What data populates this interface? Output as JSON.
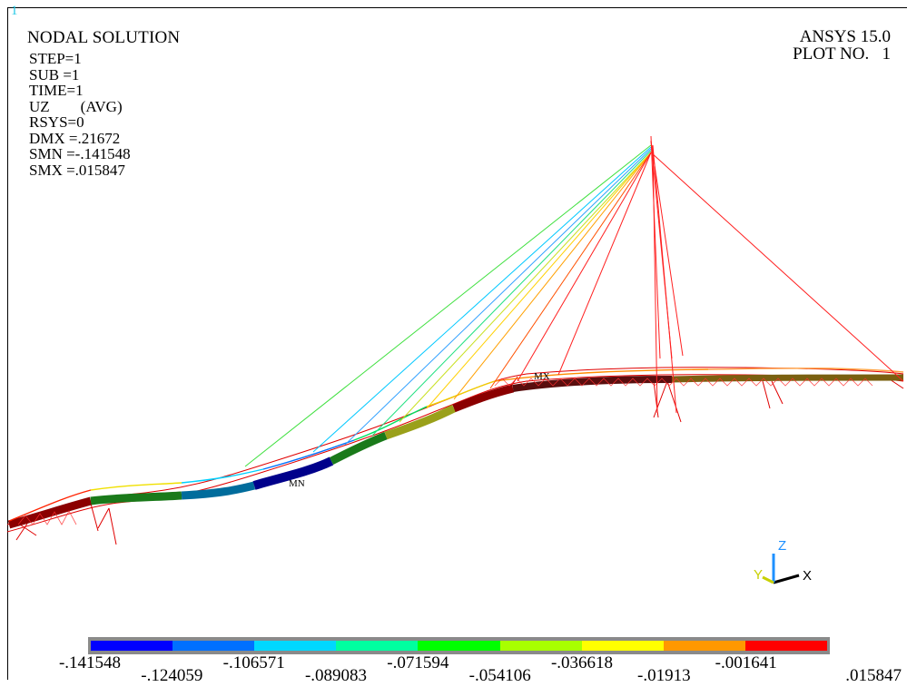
{
  "window_number": "1",
  "plot_title": "NODAL SOLUTION",
  "info_lines": [
    "STEP=1",
    "SUB =1",
    "TIME=1",
    "UZ        (AVG)",
    "RSYS=0",
    "DMX =.21672",
    "SMN =-.141548",
    "SMX =.015847"
  ],
  "brand": {
    "product": "ANSYS 15.0",
    "plot_no": "PLOT NO.   1"
  },
  "annotations": {
    "max_marker": "MX",
    "min_marker": "MN"
  },
  "triad": {
    "x": "X",
    "y": "Y",
    "z": "Z"
  },
  "legend": {
    "colors": [
      "#0000ff",
      "#0070ff",
      "#00d8ff",
      "#00ffa0",
      "#00ff00",
      "#a8ff00",
      "#ffff00",
      "#ff9800",
      "#ff0000"
    ],
    "upper_labels": [
      "-.141548",
      "-.106571",
      "-.071594",
      "-.036618",
      "-.001641"
    ],
    "lower_labels": [
      "-.124059",
      "-.089083",
      "-.054106",
      "-.01913",
      ".015847"
    ]
  }
}
